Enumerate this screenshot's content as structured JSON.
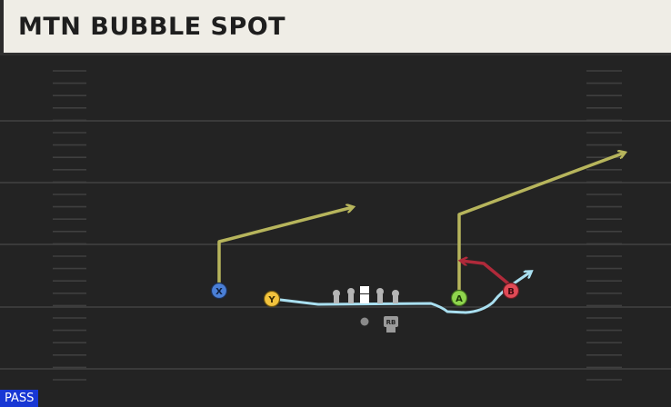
{
  "play": {
    "title": "MTN BUBBLE SPOT",
    "type_badge": "PASS"
  },
  "colors": {
    "field": "#232323",
    "yard_line": "#3a3a3a",
    "hash": "#3f3f3f",
    "route_yellow": "#b7b55c",
    "route_red": "#b02a3a",
    "route_blue": "#a9dff0",
    "player_x": "#4a7fd6",
    "player_y": "#f2c33d",
    "player_a": "#8fd54d",
    "player_b": "#e04a56",
    "lineman": "#b5b5b5"
  },
  "players": [
    {
      "id": "X",
      "label": "X",
      "color": "#4a7fd6"
    },
    {
      "id": "Y",
      "label": "Y",
      "color": "#f2c33d"
    },
    {
      "id": "A",
      "label": "A",
      "color": "#8fd54d"
    },
    {
      "id": "B",
      "label": "B",
      "color": "#e04a56"
    },
    {
      "id": "RB",
      "label": "RB",
      "color": "#9a9a9a"
    },
    {
      "id": "QB",
      "label": "",
      "color": "#8a8a8a"
    }
  ],
  "offensive_line": [
    "lineman",
    "lineman",
    "center",
    "lineman",
    "lineman"
  ]
}
